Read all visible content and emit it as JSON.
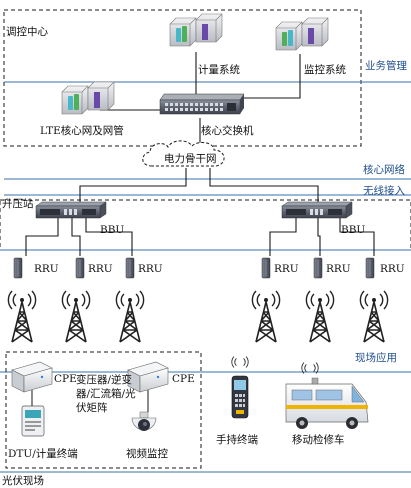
{
  "colors": {
    "zone_line": "#3b6fae",
    "zone_text": "#1f4f8c",
    "wire": "#1a1a1a",
    "box_border": "#111111",
    "bbu_body": "#5c6270",
    "server_purple": "#6a4aa8",
    "server_cyan": "#48b8c8",
    "server_green": "#4fb05a",
    "van_accent": "#f0b400"
  },
  "sections": {
    "dispatch_center": "调控中心",
    "business_mgmt": "业务管理",
    "core_network": "核心网络",
    "wireless_access": "无线接入",
    "field_application": "现场应用",
    "pv_site": "光伏现场",
    "substation": "升压站"
  },
  "devices": {
    "metering_system": "计量系统",
    "monitoring_system": "监控系统",
    "lte_core": "LTE核心网及网管",
    "core_switch": "核心交换机",
    "power_backbone": "电力骨干网",
    "bbu_left": "BBU",
    "bbu_right": "BBU",
    "rru_labels": [
      "RRU",
      "RRU",
      "RRU",
      "RRU",
      "RRU",
      "RRU"
    ],
    "cpe_left": "CPE",
    "cpe_right": "CPE",
    "inverter_group": "变压器/逆变器/汇流箱/光伏矩阵",
    "dtu_terminal": "DTU/计量终端",
    "video_monitor": "视频监控",
    "handheld_terminal": "手持终端",
    "mobile_repair_van": "移动检修车"
  },
  "icons": [
    "server-rack-icon",
    "network-switch-icon",
    "cloud-icon",
    "bbu-unit-icon",
    "rru-unit-icon",
    "antenna-tower-icon",
    "cpe-device-icon",
    "meter-terminal-icon",
    "dome-camera-icon",
    "handheld-terminal-icon",
    "van-icon",
    "signal-waves-icon"
  ]
}
